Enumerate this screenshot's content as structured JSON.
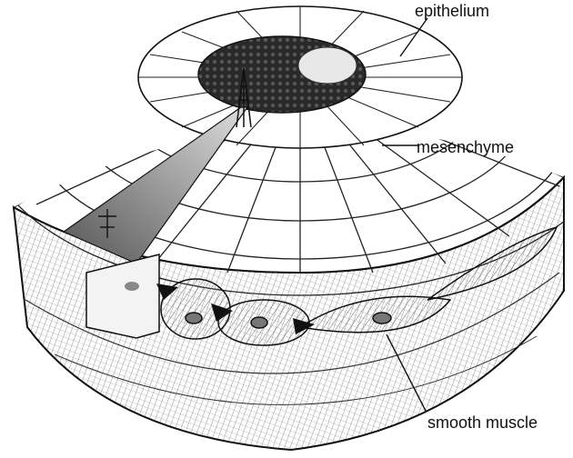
{
  "labels": {
    "epithelium": "epithelium",
    "mesenchyme": "mesenchyme",
    "smooth_muscle": "smooth muscle"
  },
  "colors": {
    "ink": "#111111",
    "paper": "#ffffff",
    "hatch": "#6e6e6e",
    "dark_lumen": "#2a2a2a"
  },
  "icons": [
    "signal-tower-icon",
    "flow-arrow-icon"
  ]
}
